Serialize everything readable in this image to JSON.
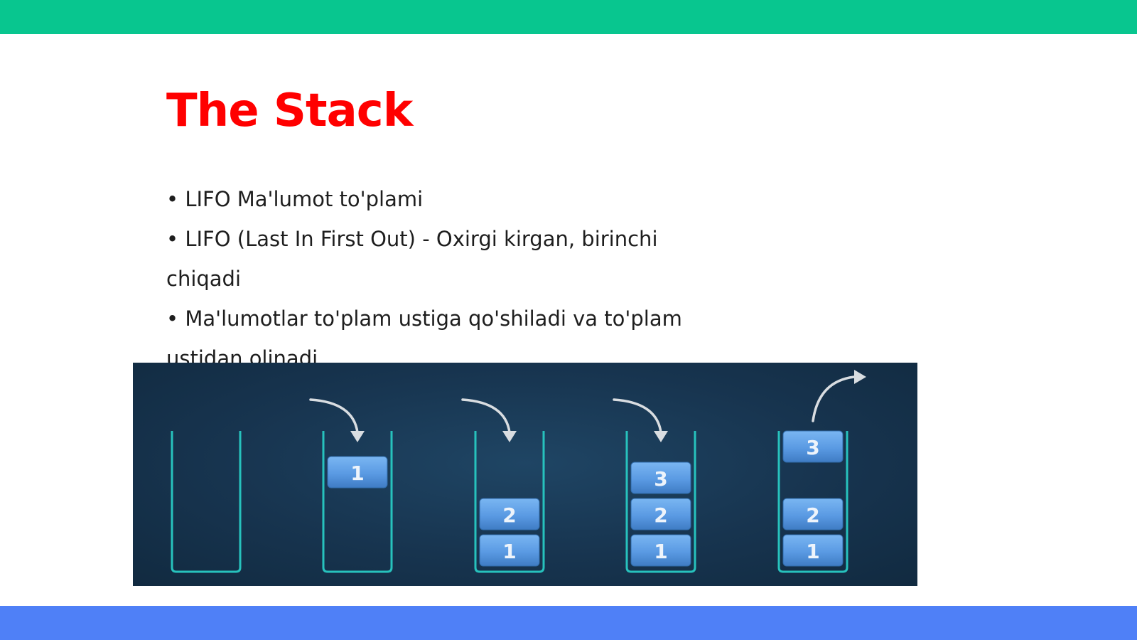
{
  "slide": {
    "title": "The Stack",
    "bullets": [
      "• LIFO Ma'lumot to'plami",
      "• LIFO (Last In First Out) - Oxirgi kirgan, birinchi chiqadi",
      "• Ma'lumotlar to'plam ustiga qo'shiladi va to'plam ustidan olinadi"
    ]
  },
  "diagram": {
    "stacks": [
      {
        "blocks": [],
        "arrow": "none"
      },
      {
        "blocks": [
          "1"
        ],
        "arrow": "push"
      },
      {
        "blocks": [
          "1",
          "2"
        ],
        "arrow": "push"
      },
      {
        "blocks": [
          "1",
          "2",
          "3"
        ],
        "arrow": "push"
      },
      {
        "blocks": [
          "1",
          "2",
          "3"
        ],
        "arrow": "pop"
      }
    ]
  },
  "colors": {
    "top_bar": "#08c68f",
    "bottom_bar": "#4f80f7",
    "title": "#ff0000",
    "container": "#27c2bd",
    "block": "#5a9ae3",
    "arrow": "#d9dde1"
  }
}
